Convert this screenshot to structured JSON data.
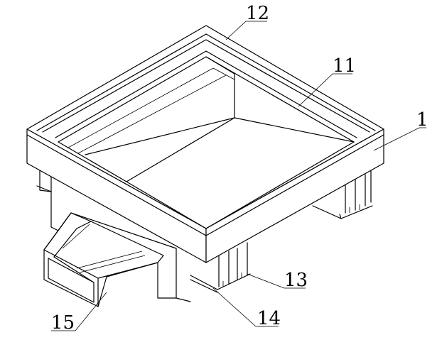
{
  "labels": {
    "l1": "1",
    "l11": "11",
    "l12": "12",
    "l13": "13",
    "l14": "14",
    "l15": "15"
  },
  "colors": {
    "line": "#000000",
    "background": "#ffffff"
  }
}
